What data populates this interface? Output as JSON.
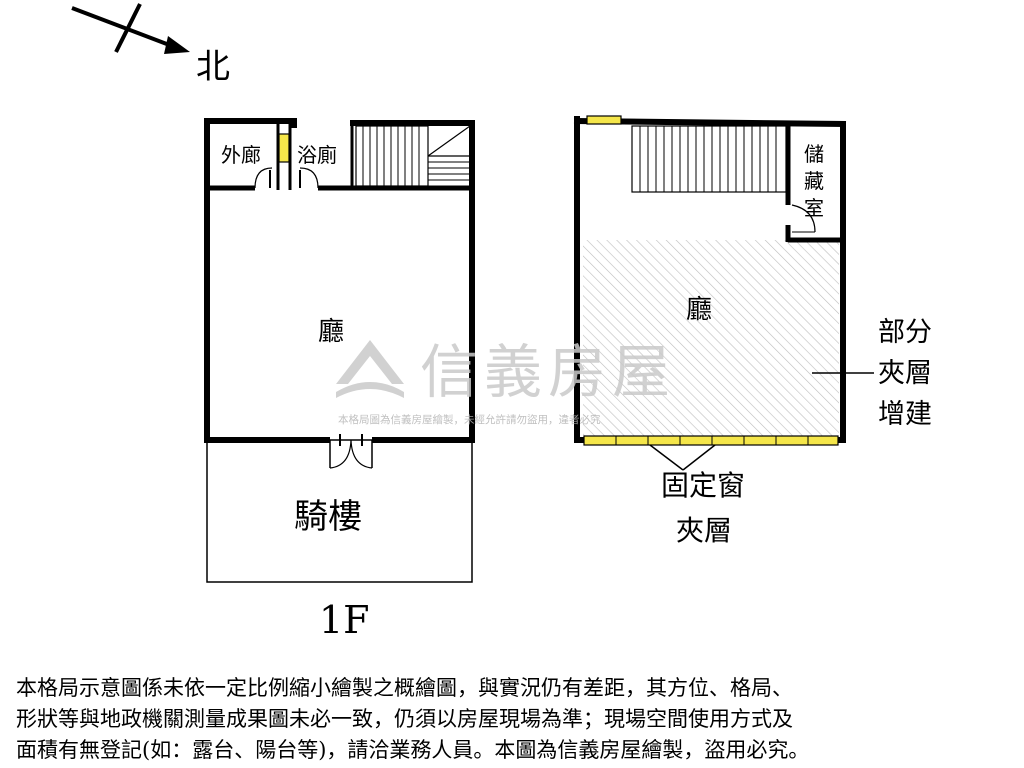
{
  "compass": {
    "north": "北"
  },
  "floor1": {
    "outer_corridor": "外廊",
    "bathroom": "浴廁",
    "hall": "廳",
    "arcade": "騎樓",
    "floor_label": "1F"
  },
  "mezzanine": {
    "storage": [
      "儲",
      "藏",
      "室"
    ],
    "hall": "廳",
    "partial_note": [
      "部分",
      "夾層",
      "增建"
    ],
    "fixed_window": "固定窗",
    "level_label": "夾層"
  },
  "watermark": {
    "brand": "信義房屋",
    "notice": "本格局圖為信義房屋繪製，未經允許請勿盜用，違者必究"
  },
  "disclaimer": [
    "本格局示意圖係未依一定比例縮小繪製之概繪圖，與實況仍有差距，其方位、格局、",
    "形狀等與地政機關測量成果圖未必一致，仍須以房屋現場為準；現場空間使用方式及",
    "面積有無登記(如：露台、陽台等)，請洽業務人員。本圖為信義房屋繪製，盜用必究。"
  ],
  "colors": {
    "wall": "#000000",
    "window_fill": "#f5e64a",
    "hatch": "#bdbdbd",
    "watermark": "#c9c9c9"
  }
}
